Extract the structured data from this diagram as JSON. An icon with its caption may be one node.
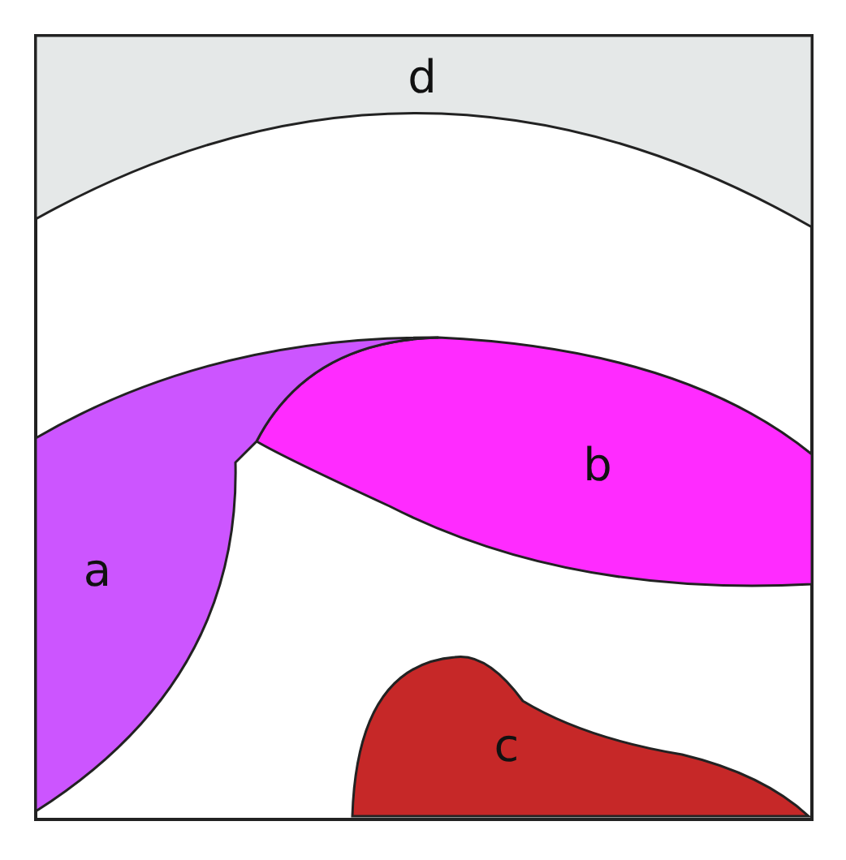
{
  "diagram": {
    "nodes": [
      {
        "text": [
          "d"
        ]
      },
      {
        "text": [
          "b"
        ]
      },
      {
        "text": [
          "a"
        ]
      },
      {
        "text": [
          "c"
        ]
      }
    ]
  }
}
